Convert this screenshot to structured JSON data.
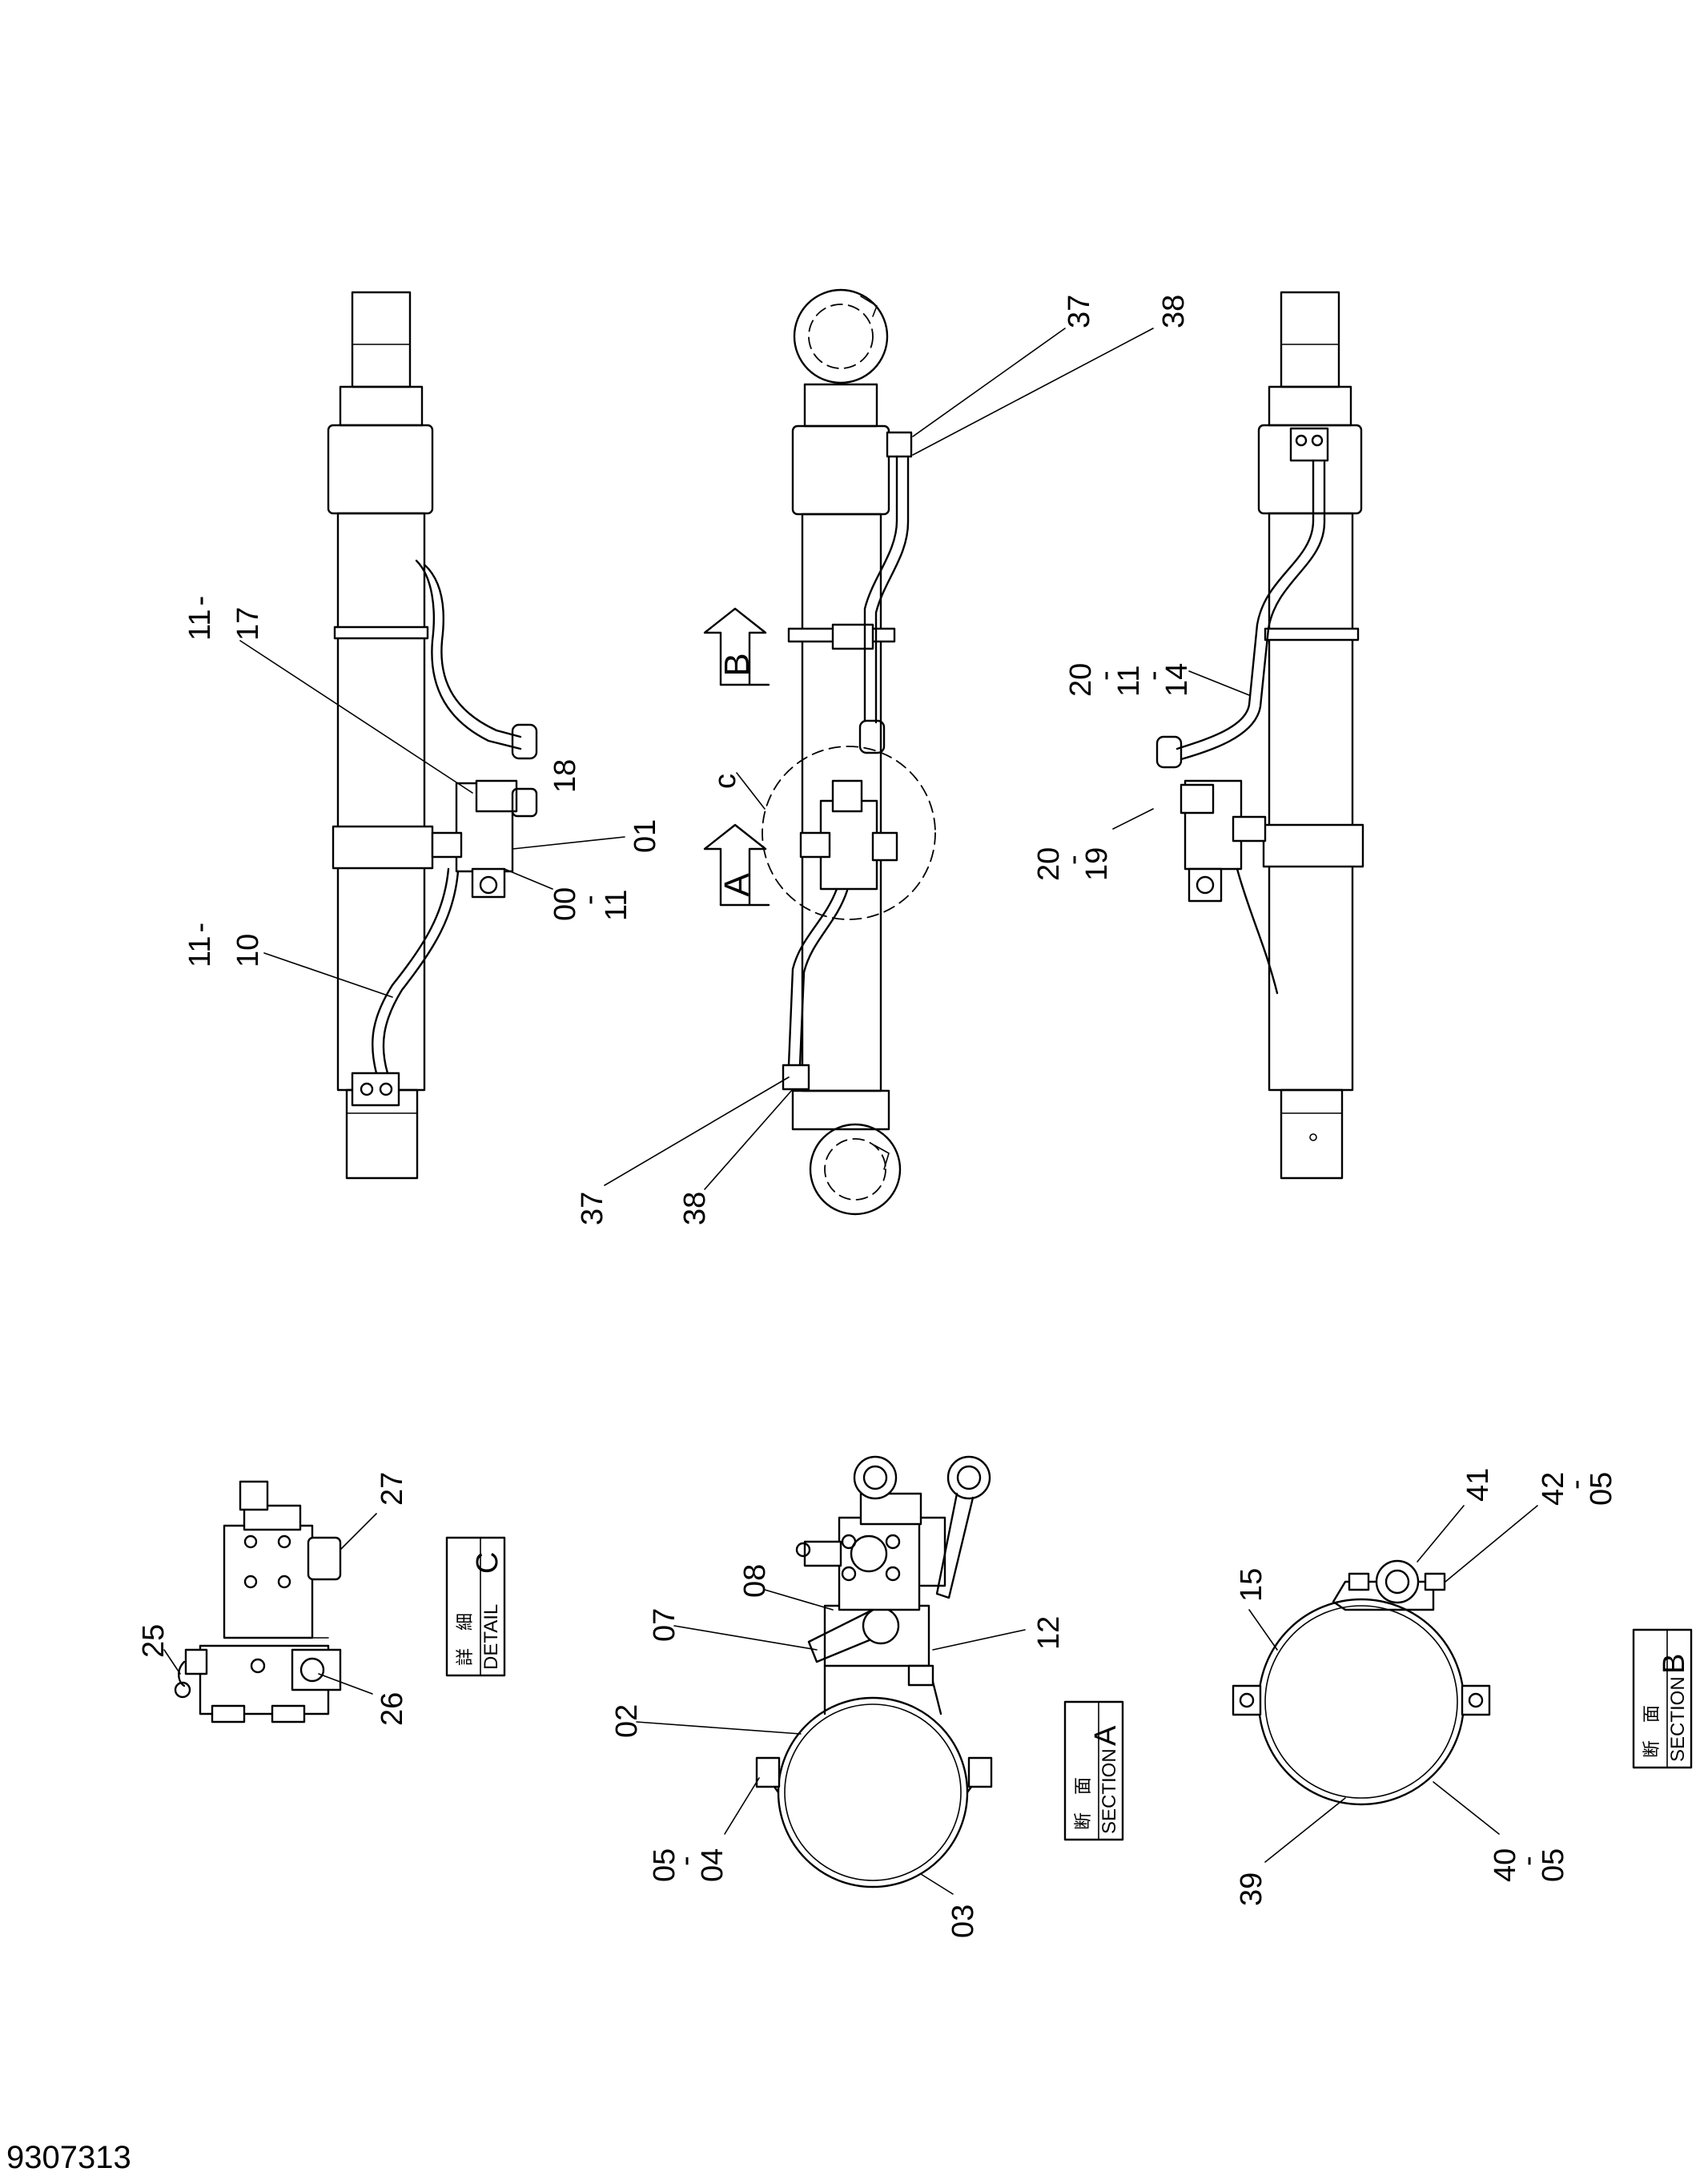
{
  "document_number": "9307313",
  "views": {
    "view1": {
      "callouts": [
        {
          "id": "v1-11-17",
          "top": "11",
          "sep": "-",
          "bottom": "17"
        },
        {
          "id": "v1-18",
          "text": "18"
        },
        {
          "id": "v1-01",
          "text": "01"
        },
        {
          "id": "v1-00-11",
          "top": "00",
          "sep": "-",
          "bottom": "11"
        },
        {
          "id": "v1-11-10",
          "top": "11",
          "sep": "-",
          "bottom": "10"
        }
      ]
    },
    "view2": {
      "callouts": [
        {
          "id": "v2-37a",
          "text": "37"
        },
        {
          "id": "v2-38a",
          "text": "38"
        },
        {
          "id": "v2-37b",
          "text": "37"
        },
        {
          "id": "v2-38b",
          "text": "38"
        },
        {
          "id": "v2-c",
          "text": "c"
        }
      ],
      "section_arrows": {
        "a": "A",
        "b": "B"
      }
    },
    "view3": {
      "callouts": [
        {
          "id": "v3-20-11-14",
          "l1": "20",
          "l2": "-",
          "l3": "11",
          "l4": "-",
          "l5": "14"
        },
        {
          "id": "v3-20-19",
          "top": "20",
          "sep": "-",
          "bottom": "19"
        }
      ]
    }
  },
  "detail_c": {
    "jp": "詳　細",
    "en": "DETAIL",
    "letter": "C",
    "callouts": [
      {
        "id": "dc-25",
        "text": "25"
      },
      {
        "id": "dc-26",
        "text": "26"
      },
      {
        "id": "dc-27",
        "text": "27"
      }
    ]
  },
  "section_a": {
    "jp": "断　面",
    "en": "SECTION",
    "letter": "A",
    "callouts": [
      {
        "id": "sa-02",
        "text": "02"
      },
      {
        "id": "sa-07",
        "text": "07"
      },
      {
        "id": "sa-08",
        "text": "08"
      },
      {
        "id": "sa-12",
        "text": "12"
      },
      {
        "id": "sa-03",
        "text": "03"
      },
      {
        "id": "sa-05-04",
        "top": "05",
        "sep": "-",
        "bottom": "04"
      }
    ]
  },
  "section_b": {
    "jp": "断　面",
    "en": "SECTION",
    "letter": "B",
    "callouts": [
      {
        "id": "sb-15",
        "text": "15"
      },
      {
        "id": "sb-41",
        "text": "41"
      },
      {
        "id": "sb-42-05",
        "top": "42",
        "sep": "-",
        "bottom": "05"
      },
      {
        "id": "sb-39",
        "text": "39"
      },
      {
        "id": "sb-40-05",
        "top": "40",
        "sep": "-",
        "bottom": "05"
      }
    ]
  }
}
